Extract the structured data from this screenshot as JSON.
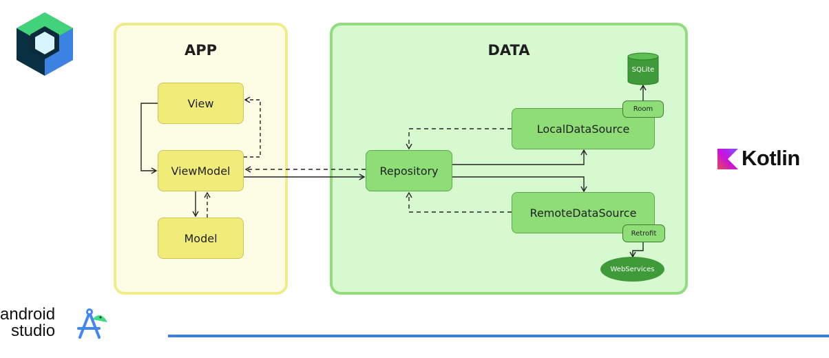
{
  "panels": {
    "app": {
      "title": "APP"
    },
    "data": {
      "title": "DATA"
    }
  },
  "nodes": {
    "view": "View",
    "viewmodel": "ViewModel",
    "model": "Model",
    "repository": "Repository",
    "local": "LocalDataSource",
    "remote": "RemoteDataSource",
    "sqlite": "SQLite",
    "room": "Room",
    "retrofit": "Retrofit",
    "webservices": "WebServices"
  },
  "logos": {
    "kotlin": "Kotlin",
    "android_line1": "android",
    "android_line2": "studio"
  },
  "colors": {
    "app_fill": "#fdfde6",
    "app_border": "#f1ec8a",
    "data_fill": "#d6f9d0",
    "data_border": "#91dc7d",
    "yellow_node": "#f1ec7a",
    "green_node": "#8fdd77",
    "accent_line": "#3f7ed6"
  },
  "icons": [
    "jetpack-compose-logo-icon",
    "kotlin-logo-icon",
    "android-studio-logo-icon",
    "database-icon"
  ]
}
